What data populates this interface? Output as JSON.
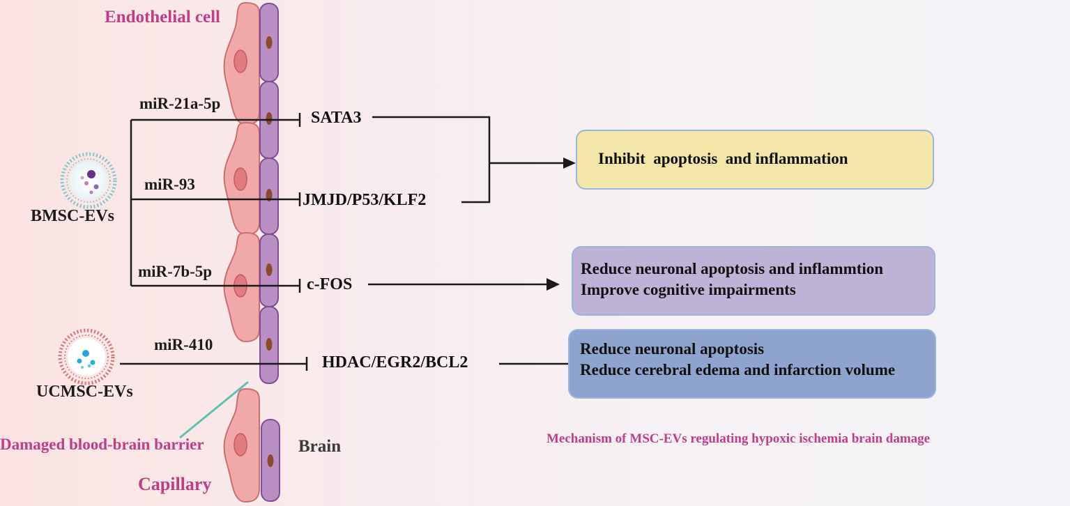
{
  "labels": {
    "endothelial_cell": "Endothelial cell",
    "bmsc_evs": "BMSC-EVs",
    "ucmsc_evs": "UCMSC-EVs",
    "damaged_bbb": "Damaged blood-brain barrier",
    "brain": "Brain",
    "capillary": "Capillary"
  },
  "mirnas": {
    "mir21": "miR-21a-5p",
    "mir93": "miR-93",
    "mir7b": "miR-7b-5p",
    "mir410": "miR-410"
  },
  "targets": {
    "sata3": "SATA3",
    "jmjd": "JMJD/P53/KLF2",
    "cfos": "c-FOS",
    "hdac": "HDAC/EGR2/BCL2"
  },
  "outcomes": {
    "box1": [
      "Inhibit  apoptosis  and inflammation"
    ],
    "box2": [
      "Reduce neuronal apoptosis and inflammtion",
      "Improve cognitive impairments"
    ],
    "box3": [
      "Reduce neuronal apoptosis",
      "Reduce cerebral edema and infarction volume"
    ]
  },
  "caption": "Mechanism of MSC-EVs regulating hypoxic ischemia brain damage",
  "colors": {
    "pink_text": "#c23c88",
    "box1_fill": "#f3e6a8",
    "box2_fill": "#beb2d6",
    "box3_fill": "#8fa3cf",
    "box_border": "#9bb6dc",
    "endothelial_cell": "#f0a8a8",
    "brain_cell": "#b98fc4",
    "nucleus": "#8a4a2c",
    "bbb_line": "#5fbfb0"
  }
}
